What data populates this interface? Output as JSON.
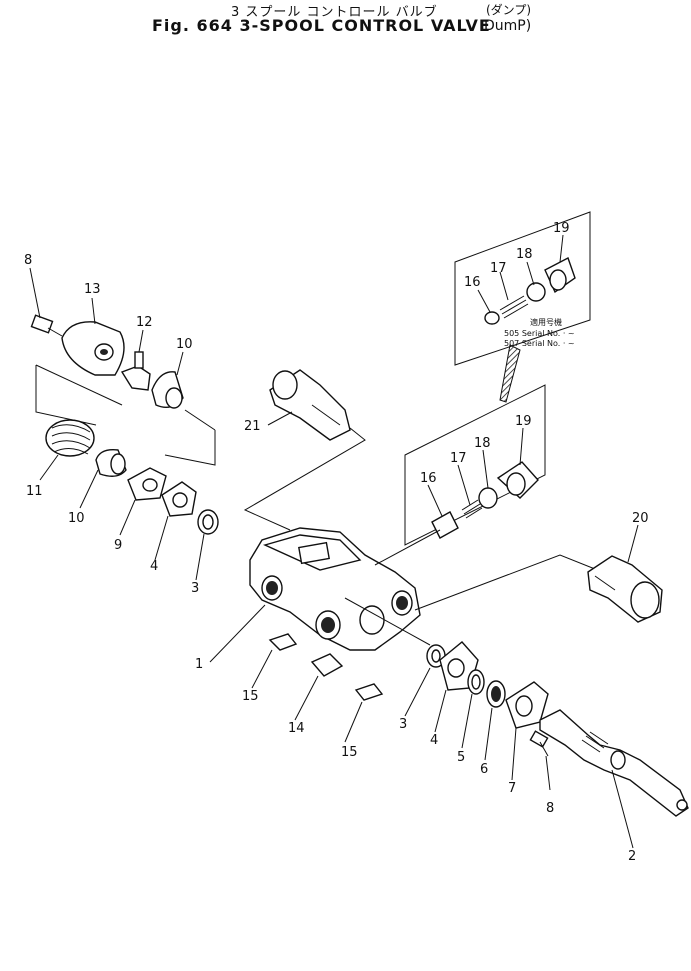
{
  "title": {
    "japanese": "3 スプール コントロール バルブ",
    "english": "Fig. 664 3-SPOOL CONTROL VALVE",
    "paren_japanese": "(ダンプ)",
    "paren_english": "DumP)"
  },
  "serial_notes": {
    "header": "適用号機",
    "line1": "505 Serial No. · ~",
    "line2": "507 Serial No. · ~"
  },
  "labels": {
    "p1": "1",
    "p2": "2",
    "p3a": "3",
    "p3b": "3",
    "p4a": "4",
    "p4b": "4",
    "p5": "5",
    "p6": "6",
    "p7": "7",
    "p8a": "8",
    "p8b": "8",
    "p9": "9",
    "p10a": "10",
    "p10b": "10",
    "p11": "11",
    "p12": "12",
    "p13": "13",
    "p14": "14",
    "p15a": "15",
    "p15b": "15",
    "p16a": "16",
    "p16b": "16",
    "p17a": "17",
    "p17b": "17",
    "p18a": "18",
    "p18b": "18",
    "p19a": "19",
    "p19b": "19",
    "p20": "20",
    "p21": "21"
  }
}
